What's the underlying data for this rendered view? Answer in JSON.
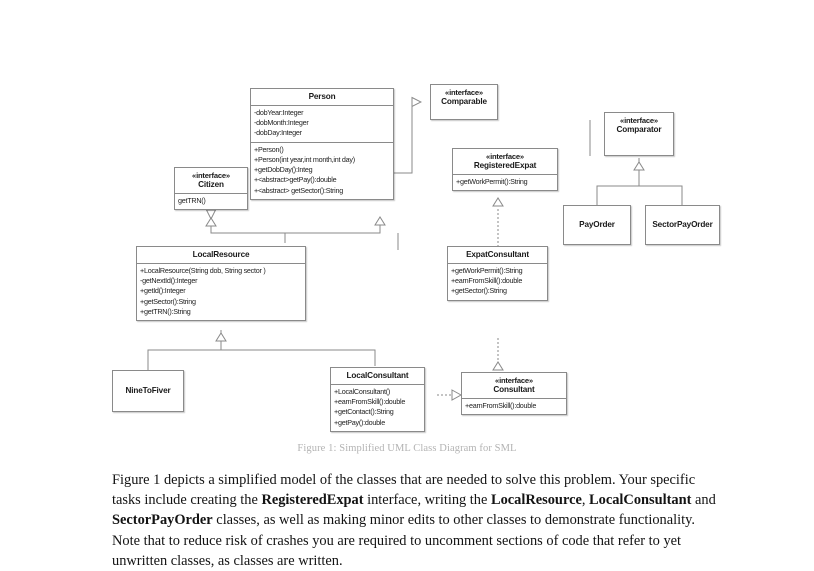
{
  "figure": {
    "caption": "Figure 1: Simplified UML Class Diagram for SML",
    "classes": {
      "person": {
        "name": "Person",
        "attributes": [
          "-dobYear:Integer",
          "-dobMonth:Integer",
          "-dobDay:Integer"
        ],
        "methods": [
          "+Person()",
          "+Person(int year,int month,int day)",
          "+getDobDay():Integ",
          "+<abstract>getPay():double",
          "+<abstract> getSector():String"
        ]
      },
      "comparable": {
        "stereotype": "«interface»",
        "name": "Comparable"
      },
      "comparator": {
        "stereotype": "«interface»",
        "name": "Comparator"
      },
      "citizen": {
        "stereotype": "«interface»",
        "name": "Citizen",
        "methods": [
          "getTRN()"
        ]
      },
      "registered_expat": {
        "stereotype": "«interface»",
        "name": "RegisteredExpat",
        "methods": [
          "+getWorkPermit():String"
        ]
      },
      "consultant": {
        "stereotype": "«interface»",
        "name": "Consultant",
        "methods": [
          "+earnFromSkill():double"
        ]
      },
      "pay_order": {
        "name": "PayOrder"
      },
      "sector_pay_order": {
        "name": "SectorPayOrder"
      },
      "local_resource": {
        "name": "LocalResource",
        "methods": [
          "+LocalResource(String dob, String sector   )",
          "-getNextId():Integer",
          "+getId():Integer",
          "+getSector():String",
          "+getTRN():String"
        ]
      },
      "expat_consultant": {
        "name": "ExpatConsultant",
        "methods": [
          "+getWorkPermit():String",
          "+earnFromSkill():double",
          "+getSector():String"
        ]
      },
      "nine_to_fiver": {
        "name": "NineToFiver"
      },
      "local_consultant": {
        "name": "LocalConsultant",
        "methods": [
          "+LocalConsultant()",
          "+earnFromSkill():double",
          "+getContact():String",
          "+getPay():double"
        ]
      }
    }
  },
  "body": {
    "paragraph_parts": [
      {
        "text": "Figure 1 depicts a simplified model of the classes that are needed to solve this problem. Your specific tasks include creating the ",
        "bold": false
      },
      {
        "text": "RegisteredExpat",
        "bold": true
      },
      {
        "text": " interface, writing the ",
        "bold": false
      },
      {
        "text": "LocalResource",
        "bold": true
      },
      {
        "text": ", ",
        "bold": false
      },
      {
        "text": "LocalConsultant",
        "bold": true
      },
      {
        "text": " and ",
        "bold": false
      },
      {
        "text": "SectorPayOrder",
        "bold": true
      },
      {
        "text": " classes, as well as making minor edits to other classes to demonstrate functionality. Note that to reduce risk of crashes you are required to uncomment sections of code that refer to yet unwritten classes,  as classes are written.",
        "bold": false
      }
    ]
  },
  "colors": {
    "box_border": "#8a8a8a",
    "caption_gray": "#b3b3b3",
    "text": "#131313",
    "page_bg": "#ffffff"
  }
}
